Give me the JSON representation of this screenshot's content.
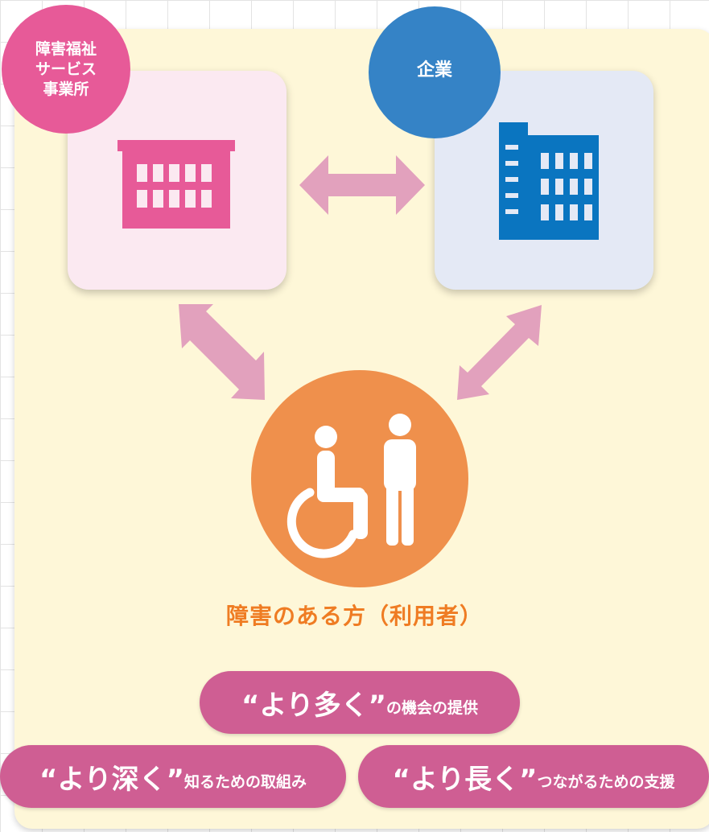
{
  "actors": {
    "welfare": {
      "lines": [
        "障害福祉",
        "サービス",
        "事業所"
      ],
      "color": "#e75a98",
      "card_color": "#fbe9f1",
      "icon": "building-icon"
    },
    "company": {
      "label": "企業",
      "color": "#3583c6",
      "card_color": "#e4e9f5",
      "icon": "office-tower-icon"
    },
    "user": {
      "label": "障害のある方（利用者）",
      "color": "#ef904c",
      "label_color": "#ef7c23",
      "icon": "wheelchair-person-icon"
    }
  },
  "connections": {
    "color": "#e2a1bd",
    "links": [
      "welfare-company",
      "welfare-user",
      "company-user"
    ]
  },
  "supports": [
    {
      "emphasis": "“より多く”",
      "text": "の機会の提供"
    },
    {
      "emphasis": "“より深く”",
      "text": "知るための取組み"
    },
    {
      "emphasis": "“より長く”",
      "text": "つながるための支援"
    }
  ],
  "theme": {
    "panel_background": "#fef7d8",
    "pill_color": "#cf5e93"
  }
}
